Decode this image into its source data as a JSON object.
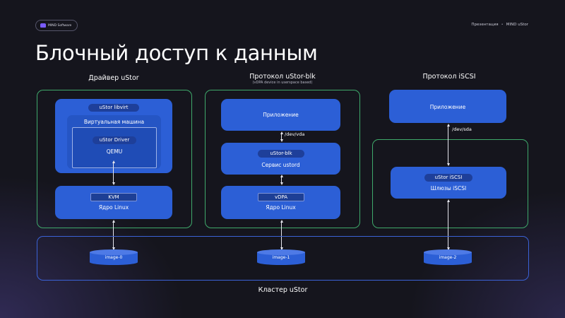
{
  "header": {
    "brand": "MIND Software",
    "breadcrumb": [
      "Презентация",
      "MIND uStor"
    ],
    "breadcrumb_sep": "•",
    "title": "Блочный доступ к данным"
  },
  "columns": {
    "driver": {
      "title": "Драйвер uStor",
      "libvirt": "uStor libvirt",
      "vm": "Виртуальная машина",
      "driver_pill": "uStor Driver",
      "qemu": "QEMU",
      "kvm_pill": "KVM",
      "kernel": "Ядро Linux"
    },
    "blk": {
      "title": "Протокол uStor-blk",
      "subtitle": "(vDPA device in userspace based)",
      "app": "Приложение",
      "dev": "/dev/vda",
      "pill": "uStor-blk",
      "service": "Сервис ustord",
      "vdpa_pill": "vDPA",
      "kernel": "Ядро Linux"
    },
    "iscsi": {
      "title": "Протокол iSCSI",
      "app": "Приложение",
      "dev": "/dev/sda",
      "pill": "uStor iSCSI",
      "gateways": "Шлюзы iSCSI"
    }
  },
  "cluster": {
    "label": "Кластер uStor",
    "images": [
      "image-0",
      "image-1",
      "image-2"
    ]
  },
  "colors": {
    "background": "#15151d",
    "frame_green": "#3fa96b",
    "cluster_blue": "#3b62d6",
    "box_blue": "#2c5fd6",
    "pill_blue": "#1e3f9a"
  }
}
